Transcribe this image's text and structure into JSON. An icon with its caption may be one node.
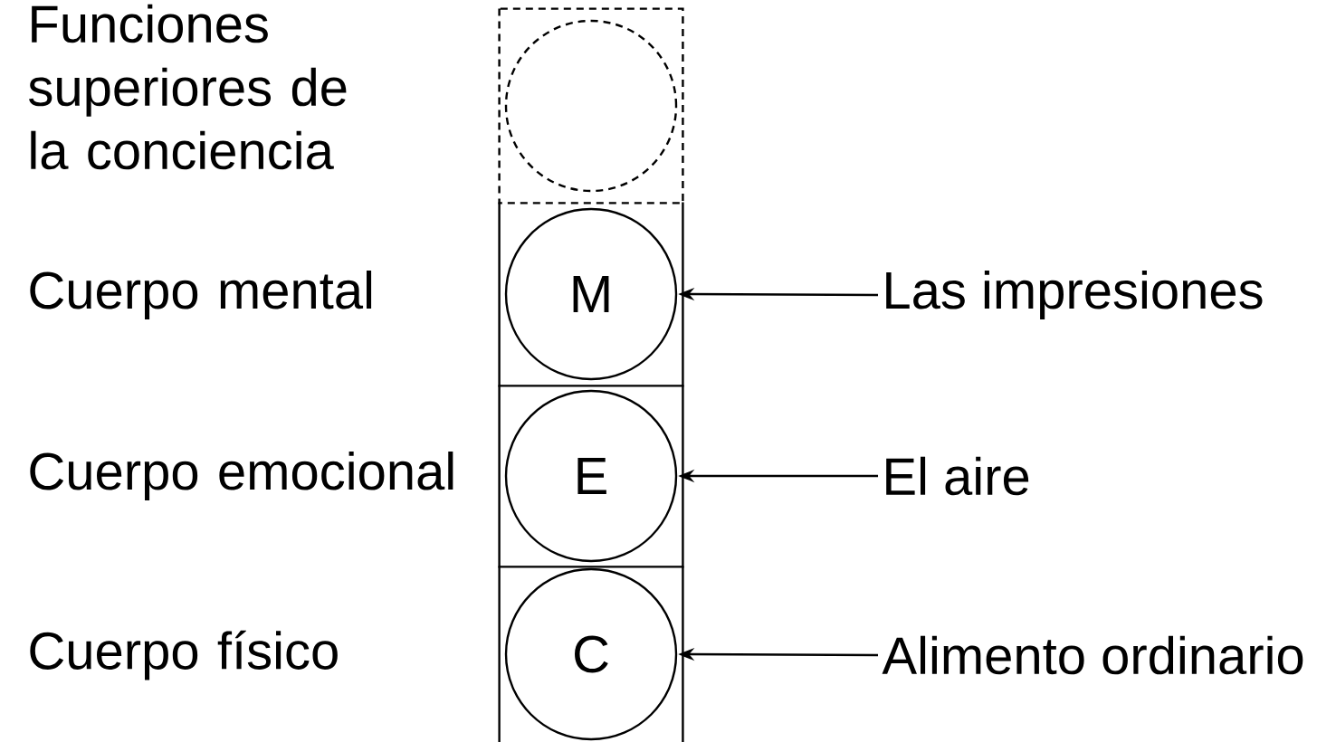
{
  "diagram": {
    "nodes": [
      {
        "text": [],
        "shape": "box"
      },
      {
        "text": [],
        "shape": "circle",
        "in": 0
      },
      {
        "text": [],
        "shape": "box"
      },
      {
        "text": [
          "M"
        ],
        "in": 2
      },
      {
        "text": [],
        "shape": "box"
      },
      {
        "text": [
          "E"
        ],
        "in": 4
      },
      {
        "text": [],
        "shape": "box"
      },
      {
        "text": [
          "C"
        ],
        "in": 6
      },
      {
        "text": [
          "Las impresiones"
        ]
      },
      {
        "text": [
          "El aire"
        ]
      },
      {
        "text": [
          "Alimento ordinario"
        ]
      }
    ],
    "edges": [
      {
        "from": 8,
        "to": 3,
        "arrow": "to"
      },
      {
        "from": 9,
        "to": 5,
        "arrow": "to"
      },
      {
        "from": 10,
        "to": 7,
        "arrow": "to"
      }
    ],
    "labels": [
      "Funciones superiores de la conciencia",
      "Cuerpo mental",
      "Cuerpo emocional",
      "Cuerpo físico"
    ]
  }
}
